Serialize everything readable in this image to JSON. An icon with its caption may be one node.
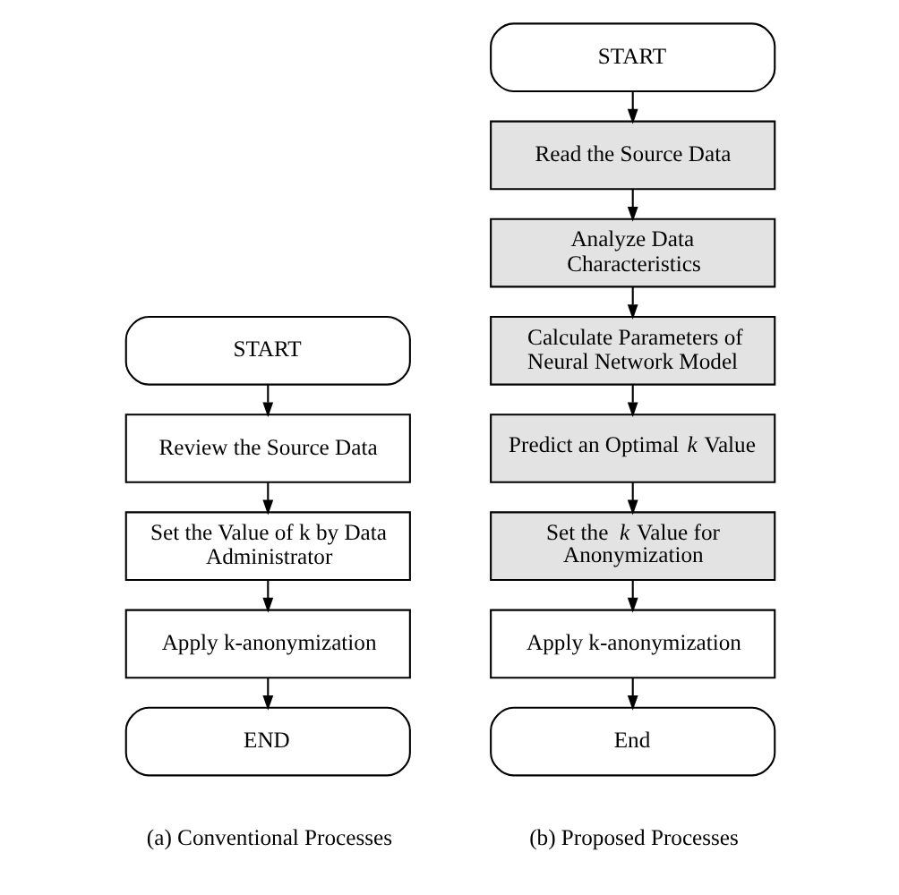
{
  "diagram": {
    "nodes": [
      {
        "text": [
          "START"
        ]
      },
      {
        "text": [
          "Review the Source Data"
        ]
      },
      {
        "text": [
          "Set the Value of k by Data Administrator"
        ]
      },
      {
        "text": [
          "Apply k-anonymization"
        ]
      },
      {
        "text": [
          "END"
        ]
      },
      {
        "text": [
          "START"
        ]
      },
      {
        "text": [
          "Read the Source Data"
        ]
      },
      {
        "text": [
          "Analyze Data Characteristics"
        ]
      },
      {
        "text": [
          "Calculate Parameters of Neural Network Model"
        ]
      },
      {
        "text": [
          "Predict an Optimal *k* Value"
        ]
      },
      {
        "text": [
          "Set the *k* Value for Anonymization"
        ]
      },
      {
        "text": [
          "Apply k-anonymization"
        ]
      },
      {
        "text": [
          "End"
        ]
      }
    ],
    "edges": [
      {
        "from": 0,
        "to": 1,
        "arrow": "to"
      },
      {
        "from": 1,
        "to": 2,
        "arrow": "to"
      },
      {
        "from": 2,
        "to": 3,
        "arrow": "to"
      },
      {
        "from": 3,
        "to": 4,
        "arrow": "to"
      },
      {
        "from": 5,
        "to": 6,
        "arrow": "to"
      },
      {
        "from": 6,
        "to": 7,
        "arrow": "to"
      },
      {
        "from": 7,
        "to": 8,
        "arrow": "to"
      },
      {
        "from": 8,
        "to": 9,
        "arrow": "to"
      },
      {
        "from": 9,
        "to": 10,
        "arrow": "to"
      },
      {
        "from": 10,
        "to": 11,
        "arrow": "to"
      },
      {
        "from": 11,
        "to": 12,
        "arrow": "to"
      }
    ],
    "labels": [
      "(a) Conventional Processes",
      "(b) Proposed Processes"
    ]
  }
}
